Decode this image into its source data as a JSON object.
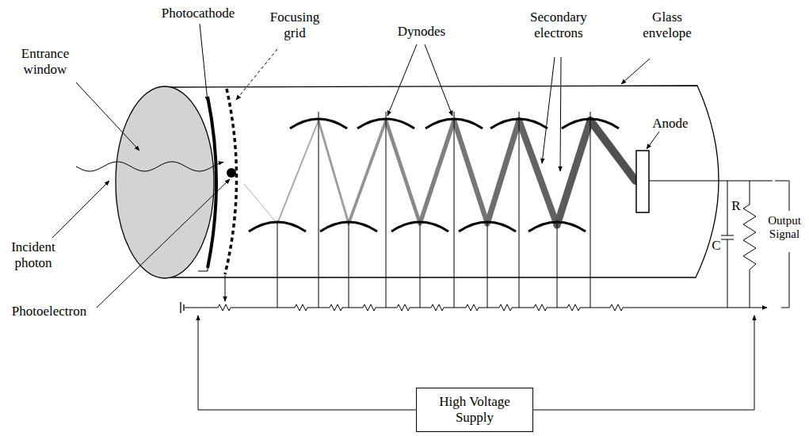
{
  "diagram": {
    "nodes": [
      {
        "text": [
          "High Voltage Supply"
        ]
      }
    ],
    "labels": [
      "Photocathode",
      "Focusing grid",
      "Dynodes",
      "Secondary electrons",
      "Glass envelope",
      "Entrance window",
      "Anode",
      "Incident photon",
      "Photoelectron",
      "R",
      "C",
      "Output Signal"
    ]
  }
}
